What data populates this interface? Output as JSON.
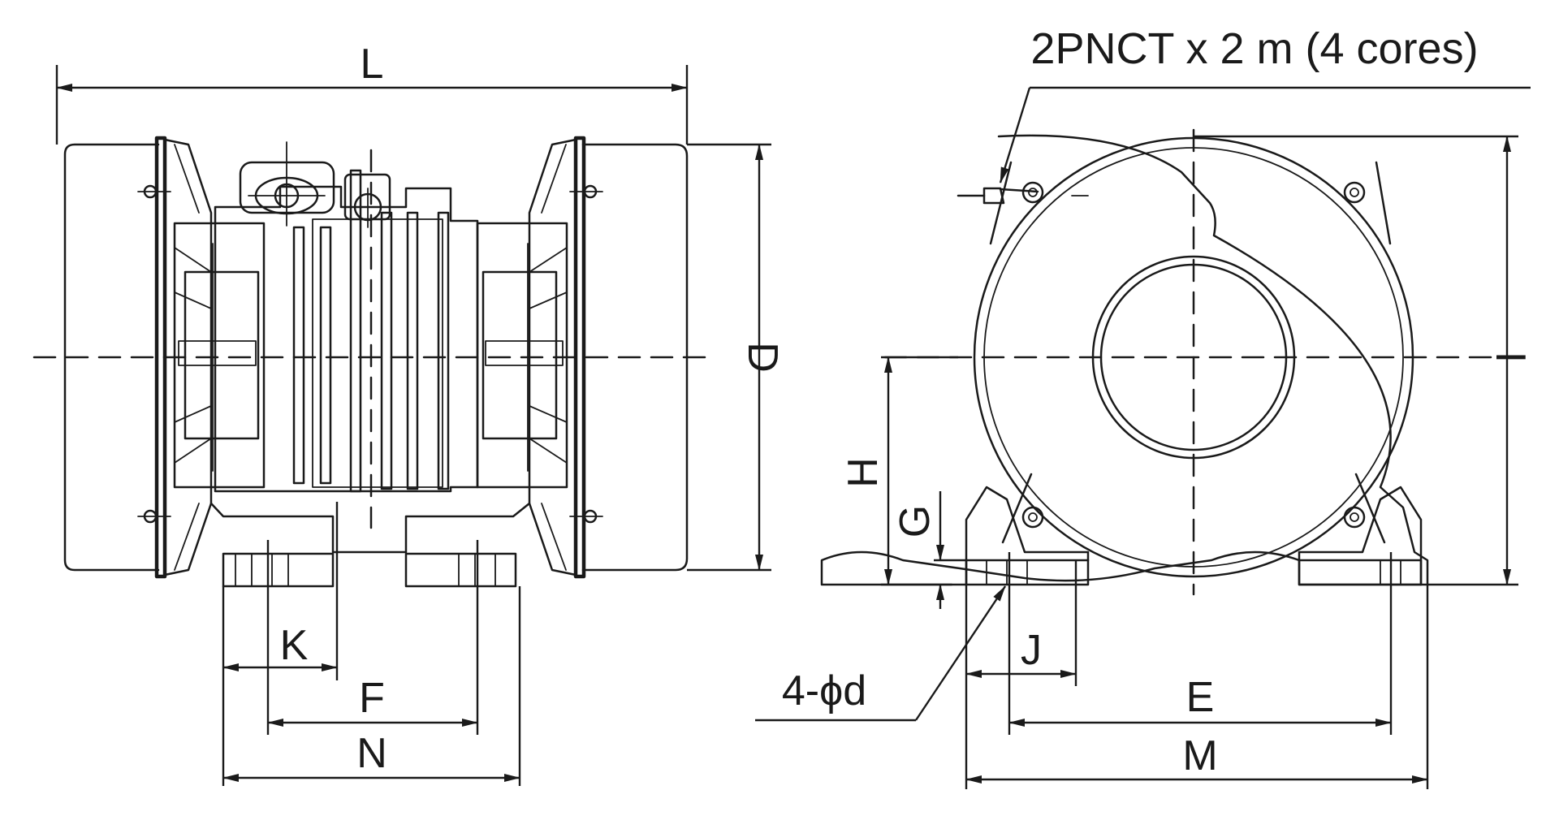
{
  "labels": {
    "L": "L",
    "D": "D",
    "K": "K",
    "F": "F",
    "N": "N",
    "H": "H",
    "G": "G",
    "I": "I",
    "J": "J",
    "E": "E",
    "M": "M",
    "cable": "2PNCT x 2 m (4 cores)",
    "holes": "4-ϕd"
  }
}
